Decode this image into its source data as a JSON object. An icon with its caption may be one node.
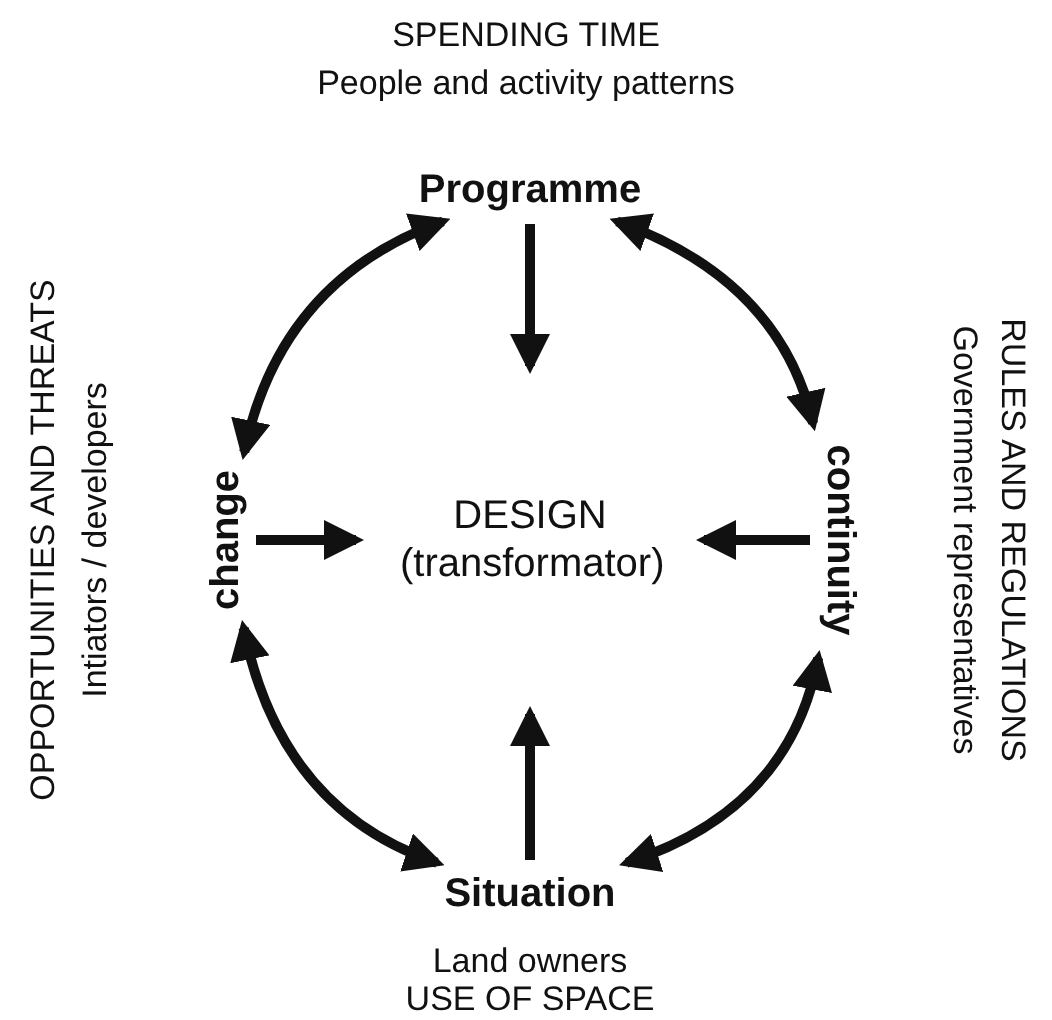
{
  "diagram": {
    "nodes": [
      {
        "text": [
          "Programme"
        ]
      },
      {
        "text": [
          "change"
        ]
      },
      {
        "text": [
          "DESIGN (transformator)"
        ]
      },
      {
        "text": [
          "continuity"
        ]
      },
      {
        "text": [
          "Situation"
        ]
      }
    ],
    "edges": [
      {
        "from": 0,
        "to": 2,
        "arrow": "to"
      },
      {
        "from": 1,
        "to": 2,
        "arrow": "to"
      },
      {
        "from": 3,
        "to": 2,
        "arrow": "to"
      },
      {
        "from": 4,
        "to": 2,
        "arrow": "to"
      },
      {
        "from": 0,
        "to": 1,
        "arrow": "both"
      },
      {
        "from": 0,
        "to": 3,
        "arrow": "both"
      },
      {
        "from": 1,
        "to": 4,
        "arrow": "both"
      },
      {
        "from": 3,
        "to": 4,
        "arrow": "both"
      }
    ],
    "labels": [
      "SPENDING TIME",
      "People and activity patterns",
      "OPPORTUNITIES AND THREATS",
      "Intiators / developers",
      "RULES AND REGULATIONS",
      "Government representatives",
      "Land owners",
      "USE OF SPACE"
    ]
  }
}
